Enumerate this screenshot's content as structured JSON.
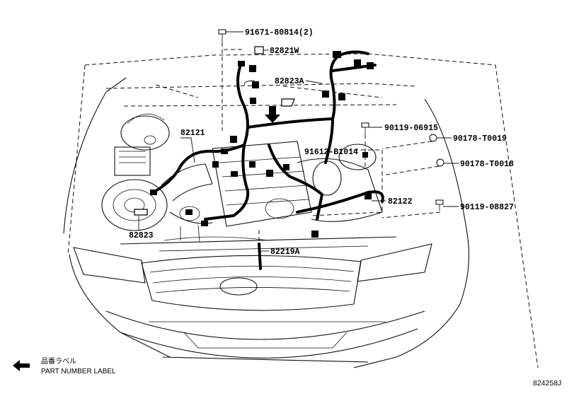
{
  "parts": [
    {
      "id": "91671-80814",
      "label": "91671-80814(2)"
    },
    {
      "id": "82821W",
      "label": "82821W"
    },
    {
      "id": "82823A",
      "label": "82823A"
    },
    {
      "id": "90119-06915",
      "label": "90119-06915"
    },
    {
      "id": "90178-T0019",
      "label": "90178-T0019"
    },
    {
      "id": "82121",
      "label": "82121"
    },
    {
      "id": "91612-B1014",
      "label": "91612-B1014"
    },
    {
      "id": "90178-T0018",
      "label": "90178-T0018"
    },
    {
      "id": "82122",
      "label": "82122"
    },
    {
      "id": "90119-08827",
      "label": "90119-08827"
    },
    {
      "id": "82823",
      "label": "82823"
    },
    {
      "id": "82219A",
      "label": "82219A"
    }
  ],
  "legend": {
    "japanese": "品番ラベル",
    "english": "PART NUMBER LABEL"
  },
  "diagram_code": "824258J"
}
